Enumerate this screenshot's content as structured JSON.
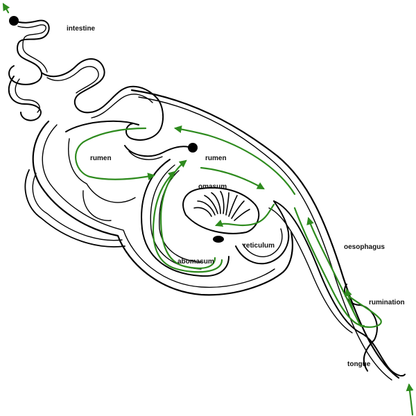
{
  "labels": {
    "intestine": "intestine",
    "rumen_left": "rumen",
    "rumen_right": "rumen",
    "omasum": "omasum",
    "reticulum": "reticulum",
    "abomasum": "abomasum",
    "oesophagus": "oesophagus",
    "rumination": "rumination",
    "tongue": "tongue"
  },
  "colors": {
    "flow": "#2e8b1e",
    "outline": "#000000"
  },
  "icons": {
    "entry_arrow": "arrow-up-icon",
    "exit_arrow": "arrow-up-left-icon"
  }
}
